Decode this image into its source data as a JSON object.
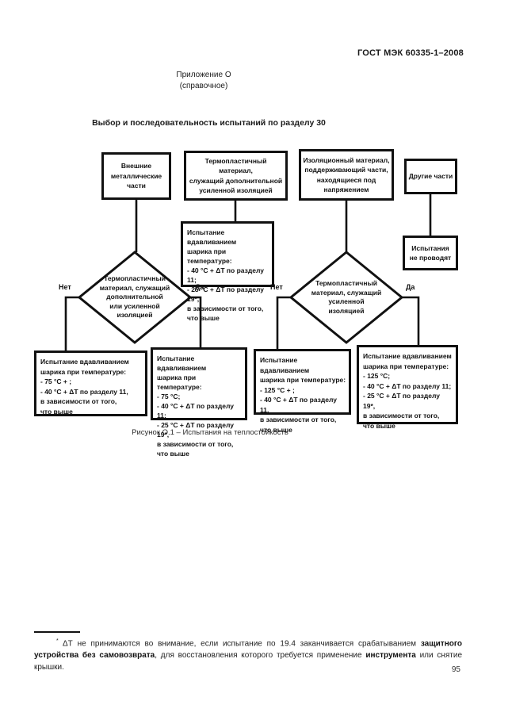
{
  "page": {
    "header": "ГОСТ МЭК 60335-1–2008",
    "annex_title": "Приложение О",
    "annex_subtitle": "(справочное)",
    "figure_heading": "Выбор и последовательность испытаний по разделу 30",
    "caption": "Рисунок О.1 – Испытания на теплостойкость",
    "page_number": "95"
  },
  "flowchart": {
    "nodes": {
      "external_metal": "Внешние\nметаллические\nчасти",
      "thermoplastic_supplementary": "Термопластичный материал,\nслужащий дополнительной\nусиленной изоляцией",
      "insulating_material": "Изоляционный материал,\nподдерживающий части,\nнаходящиеся под\nнапряжением",
      "other_parts": "Другие части",
      "ball_test_40_25": "Испытание вдавливанием\nшарика при температуре:\n- 40 °С + ΔТ по разделу 11;\n- 25 °С + ΔТ по разделу 19*,\nв зависимости от того,\nчто выше",
      "no_tests": "Испытания\nне проводят",
      "decision_supplementary": "Термопластичный\nматериал, служащий\nдополнительной\nили усиленной\nизоляцией",
      "decision_reinforced": "Термопластичный\nматериал, служащий\nусиленной\nизоляцией",
      "ball_test_75_40": "Испытание вдавливанием\nшарика при температуре:\n- 75 °С + ;\n- 40 °С + ΔТ по разделу 11,\nв зависимости от того,\nчто выше",
      "ball_test_75_40_25": "Испытание вдавливанием\nшарика при температуре:\n- 75 °С;\n- 40 °С + ΔТ по разделу 11;\n- 25 °С + ΔТ по разделу 19*,\nв зависимости от того,\nчто выше",
      "ball_test_125_40": "Испытание вдавливанием\nшарика при температуре:\n- 125 °С + ;\n- 40 °С + ΔТ по разделу 11,\nв зависимости от того,\nчто выше",
      "ball_test_125_40_25": "Испытание вдавливанием\nшарика при температуре:\n- 125 °С;\n- 40 °С + ΔТ по разделу 11;\n- 25 °С + ΔТ по разделу 19*,\nв зависимости от того,\nчто выше"
    },
    "labels": {
      "no": "Нет",
      "yes": "Да"
    },
    "line_color": "#111111"
  },
  "footnote": {
    "marker": "*",
    "text_1": "ΔТ не принимаются во внимание, если испытание по 19.4 заканчивается срабатыванием ",
    "bold_1": "защитного устройства без самовозврата",
    "text_2": ", для восстановления которого требуется применение ",
    "bold_2": "инструмента",
    "text_3": " или снятие крышки."
  }
}
